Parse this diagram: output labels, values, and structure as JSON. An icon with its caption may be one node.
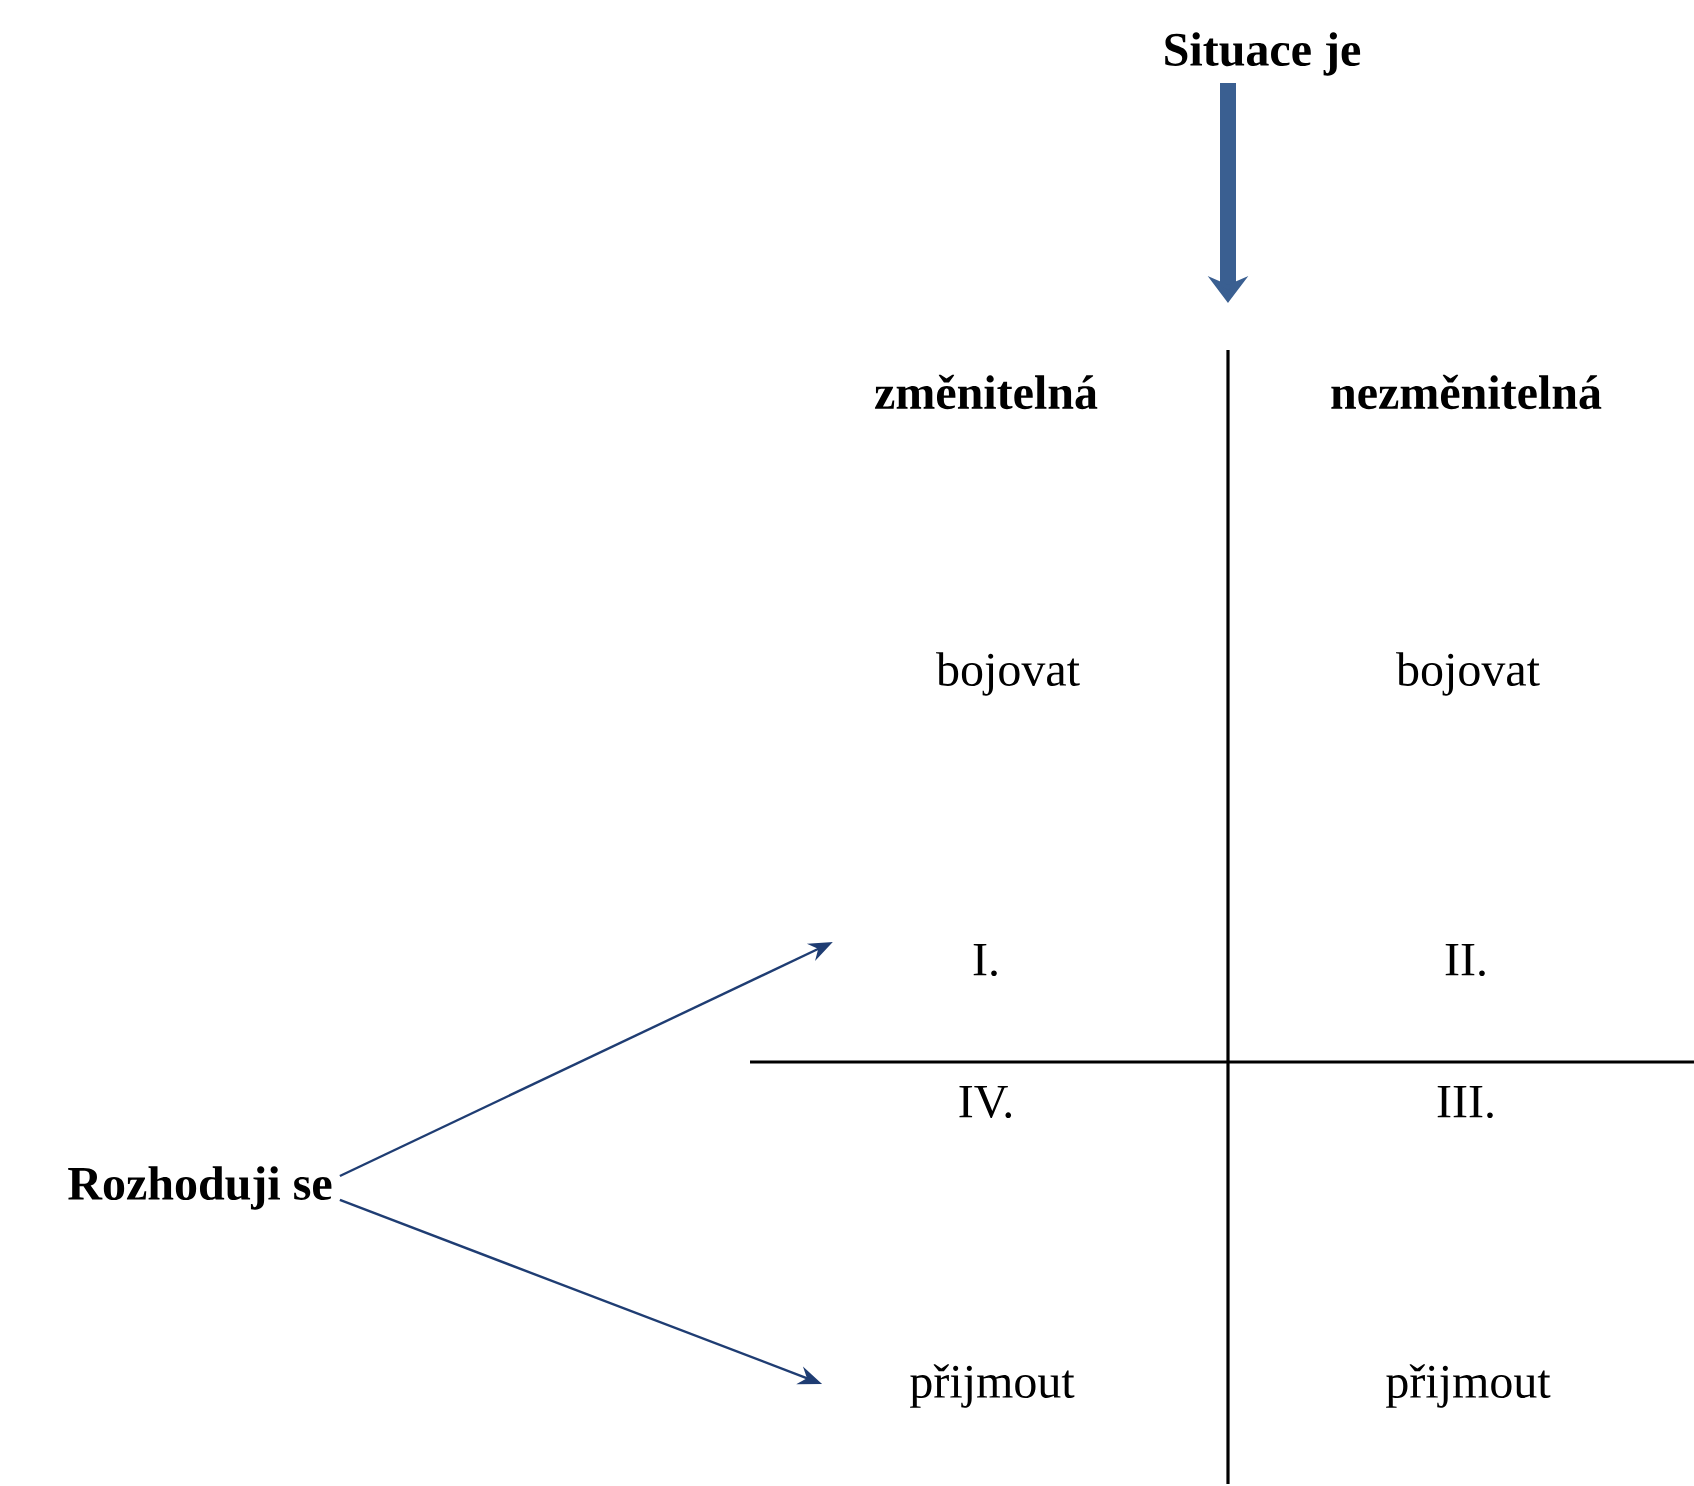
{
  "diagram": {
    "nodes": [
      {
        "text": [
          "Situace je"
        ]
      },
      {
        "text": [
          "Rozhoduji se"
        ]
      },
      {
        "text": [
          "I."
        ]
      },
      {
        "text": [
          "přijmout"
        ]
      }
    ],
    "edges": [
      {
        "from": 0,
        "to": null,
        "arrow": "to",
        "style": "thick",
        "color": "#3a5f91"
      },
      {
        "from": 1,
        "to": 2,
        "arrow": "to"
      },
      {
        "from": 1,
        "to": 3,
        "arrow": "to"
      }
    ],
    "labels": [
      "změnitelná",
      "nezměnitelná",
      "bojovat",
      "bojovat",
      "II.",
      "IV.",
      "III.",
      "přijmout"
    ]
  }
}
